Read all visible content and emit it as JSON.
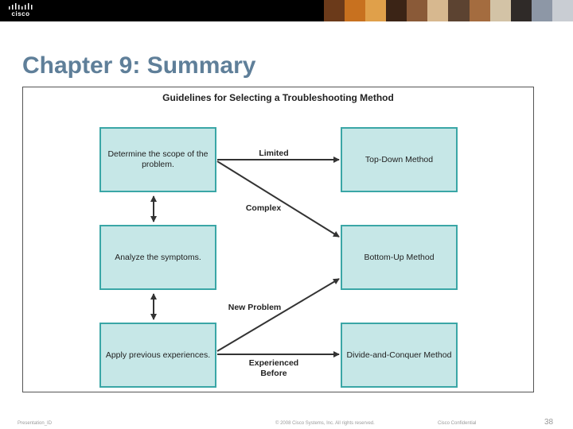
{
  "header": {
    "logo_text": "cisco",
    "photo_colors": [
      "#6b3a1a",
      "#c8711f",
      "#e0a04a",
      "#3b2416",
      "#8a5a38",
      "#d7b88f",
      "#5c4331",
      "#a46c3f",
      "#d3c3a6",
      "#2f2a28",
      "#8d97a6",
      "#c9cdd3"
    ]
  },
  "title": "Chapter 9: Summary",
  "diagram": {
    "title": "Guidelines for Selecting a Troubleshooting Method",
    "boxes": {
      "scope": "Determine the scope of the problem.",
      "symptoms": "Analyze the symptoms.",
      "experiences": "Apply previous experiences.",
      "top_down": "Top-Down Method",
      "bottom_up": "Bottom-Up Method",
      "divide": "Divide-and-Conquer Method"
    },
    "labels": {
      "limited": "Limited",
      "complex": "Complex",
      "new_problem": "New Problem",
      "experienced": "Experienced Before"
    }
  },
  "footer": {
    "presentation": "Presentation_ID",
    "copyright": "© 2008 Cisco Systems, Inc. All rights reserved.",
    "confidential": "Cisco Confidential",
    "page": "38"
  }
}
